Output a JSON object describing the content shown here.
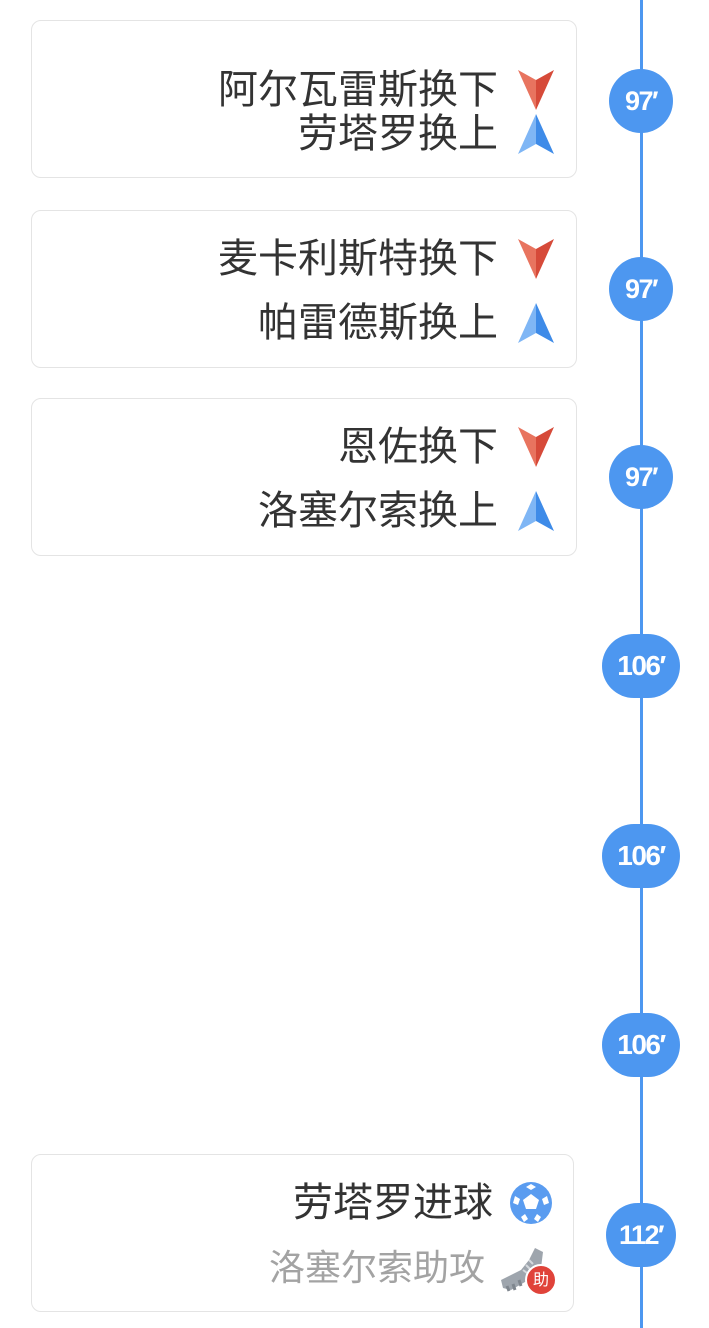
{
  "timeline": [
    {
      "minute": "97′"
    },
    {
      "minute": "97′"
    },
    {
      "minute": "97′"
    },
    {
      "minute": "106′"
    },
    {
      "minute": "106′"
    },
    {
      "minute": "106′"
    },
    {
      "minute": "112′"
    }
  ],
  "events": [
    {
      "type": "substitution",
      "out": "阿尔瓦雷斯换下",
      "in": "劳塔罗换上"
    },
    {
      "type": "substitution",
      "out": "麦卡利斯特换下",
      "in": "帕雷德斯换上"
    },
    {
      "type": "substitution",
      "out": "恩佐换下",
      "in": "洛塞尔索换上"
    },
    {
      "type": "goal",
      "goal": "劳塔罗进球",
      "assist": "洛塞尔索助攻",
      "assist_badge": "助"
    }
  ],
  "colors": {
    "accent": "#4d97f0",
    "sub_out": "#e05a47",
    "sub_in": "#4d97f0",
    "assist_badge": "#e0433a"
  },
  "icons": {
    "sub_out": "red-down-arrow-icon",
    "sub_in": "blue-up-arrow-icon",
    "goal": "soccer-ball-icon",
    "assist": "boot-icon"
  }
}
